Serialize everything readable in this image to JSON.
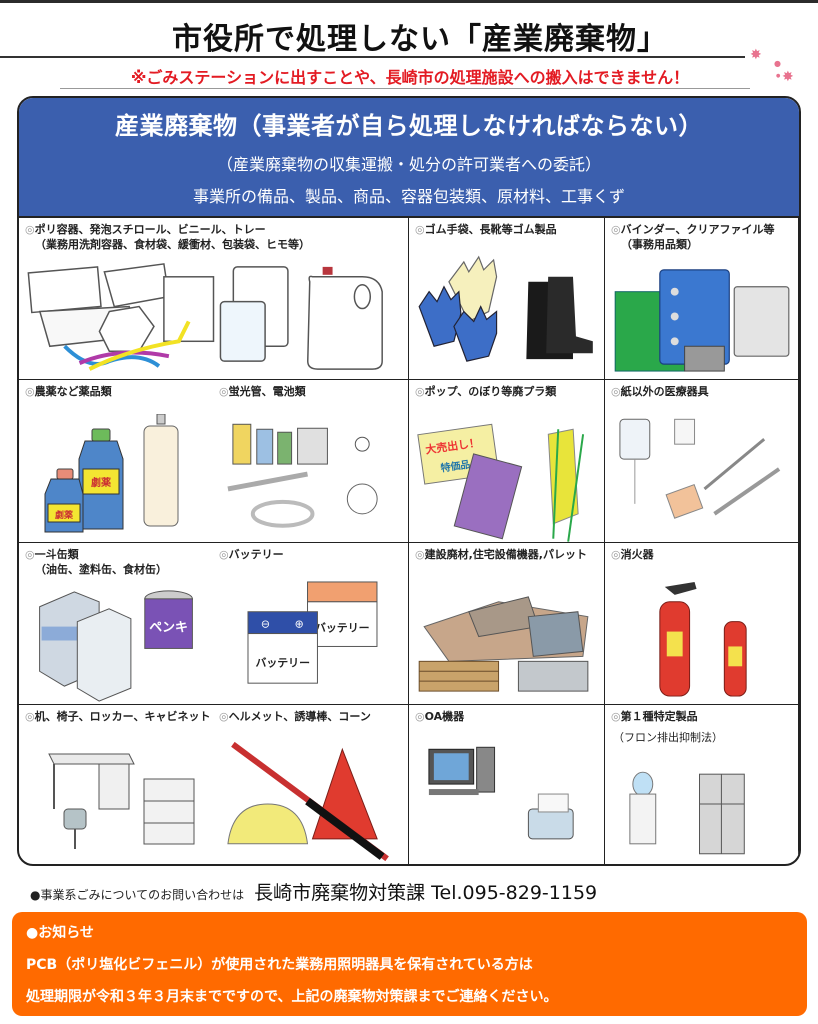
{
  "header": {
    "title": "市役所で処理しない「産業廃棄物」",
    "warning": "※ごみステーションに出すことや、長崎市の処理施設への搬入はできません！"
  },
  "main": {
    "title": "産業廃棄物（事業者が自ら処理しなければならない）",
    "subtitle": "（産業廃棄物の収集運搬・処分の許可業者への委託）",
    "examples": "事業所の備品、製品、商品、容器包装類、原材料、工事くず"
  },
  "categories": [
    {
      "mark": "◎",
      "label": "ポリ容器、発泡スチロール、ビニール、トレー",
      "note": "（業務用洗剤容器、食材袋、緩衝材、包装袋、ヒモ等）",
      "icon": "plastic-containers-icon"
    },
    {
      "mark": "◎",
      "label": "ゴム手袋、長靴等ゴム製品",
      "note": "",
      "icon": "rubber-gloves-boots-icon"
    },
    {
      "mark": "◎",
      "label": "バインダー、クリアファイル等",
      "note": "（事務用品類）",
      "icon": "binder-icon"
    },
    {
      "mark": "◎",
      "label": "農薬など薬品類",
      "note": "",
      "icon": "chemical-bottles-icon",
      "bottle_label": "劇薬"
    },
    {
      "mark": "◎",
      "label": "蛍光管、電池類",
      "note": "",
      "icon": "fluorescent-tube-battery-icon"
    },
    {
      "mark": "◎",
      "label": "ポップ、のぼり等廃プラ類",
      "note": "",
      "icon": "pop-banner-icon",
      "sign1": "大売出し！",
      "sign2": "特価品"
    },
    {
      "mark": "◎",
      "label": "紙以外の医療器具",
      "note": "",
      "icon": "medical-tools-icon"
    },
    {
      "mark": "◎",
      "label": "一斗缶類",
      "note": "（油缶、塗料缶、食材缶）",
      "icon": "cans-icon",
      "paint_label": "ペンキ"
    },
    {
      "mark": "◎",
      "label": "バッテリー",
      "note": "",
      "icon": "car-battery-icon",
      "battery_label": "バッテリー"
    },
    {
      "mark": "◎",
      "label": "建設廃材,住宅設備機器,パレット",
      "note": "",
      "icon": "construction-waste-icon"
    },
    {
      "mark": "◎",
      "label": "消火器",
      "note": "",
      "icon": "fire-extinguisher-icon"
    },
    {
      "mark": "◎",
      "label": "机、椅子、ロッカー、キャビネット",
      "note": "",
      "icon": "office-furniture-icon"
    },
    {
      "mark": "◎",
      "label": "ヘルメット、誘導棒、コーン",
      "note": "",
      "icon": "helmet-cone-icon"
    },
    {
      "mark": "◎",
      "label": "OA機器",
      "note": "",
      "icon": "oa-equipment-icon"
    },
    {
      "mark": "◎",
      "label": "第１種特定製品",
      "note": "（フロン排出抑制法）",
      "icon": "refrigerator-icon"
    }
  ],
  "contact": {
    "lead": "●事業系ごみについてのお問い合わせは",
    "department": "長崎市廃棄物対策課",
    "tel": "Tel.095-829-1159"
  },
  "notice": {
    "title": "●お知らせ",
    "line1": "PCB（ポリ塩化ビフェニル）が使用された業務用照明器具を保有されている方は",
    "line2": "処理期限が令和３年３月末までですので、上記の廃棄物対策課までご連絡ください。"
  },
  "colors": {
    "header_blue": "#3b5fae",
    "warning_red": "#e31b23",
    "notice_orange": "#ff6a00"
  }
}
